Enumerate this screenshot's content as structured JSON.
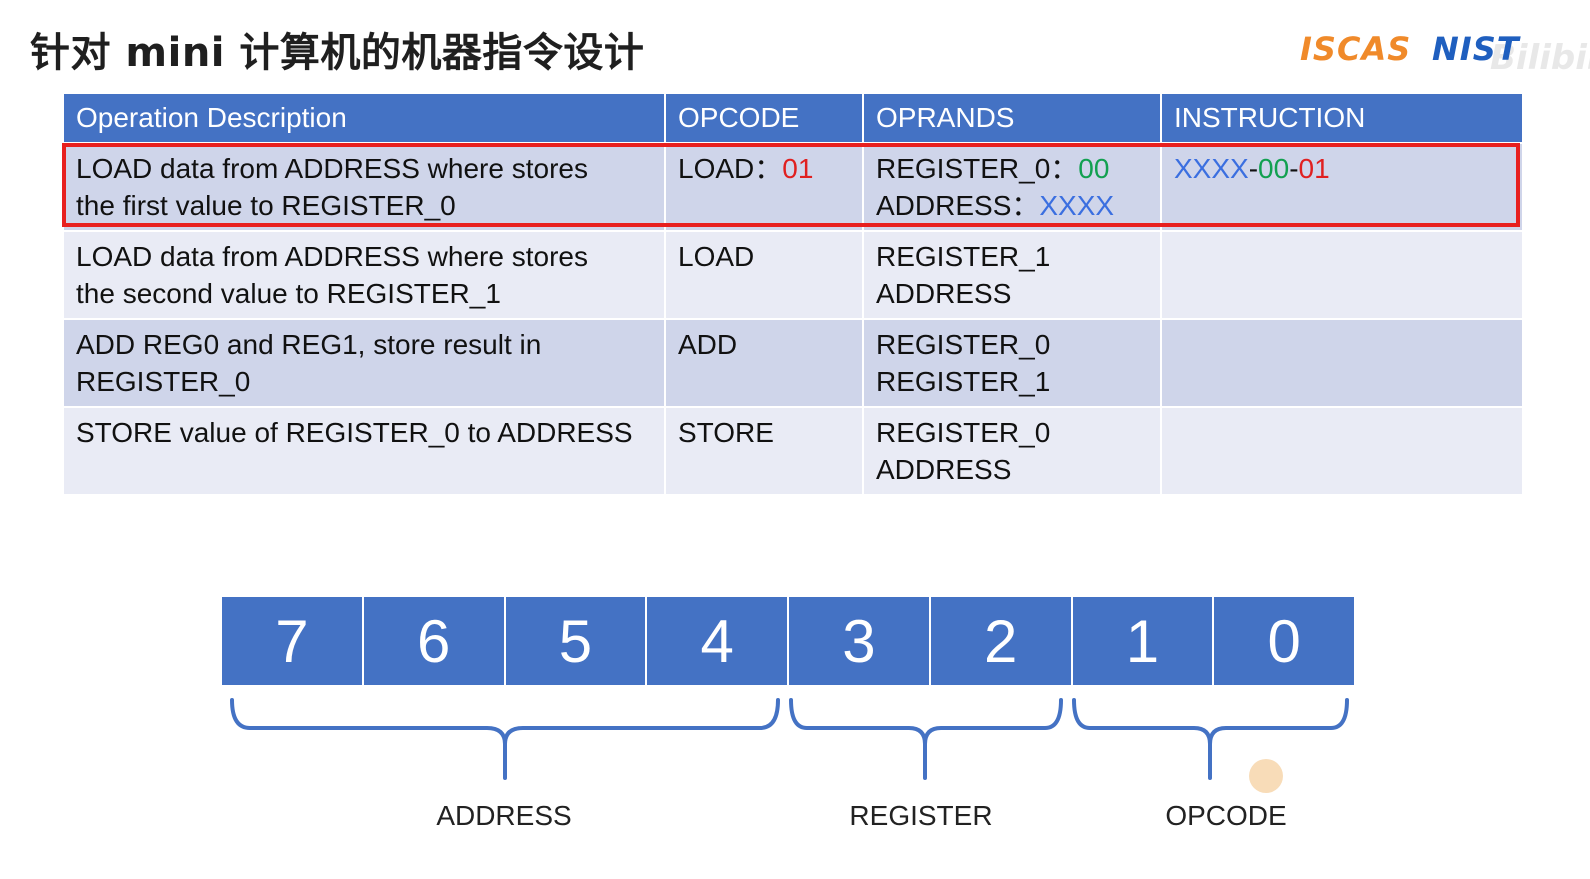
{
  "title": "针对 mini 计算机的机器指令设计",
  "logos": {
    "left": "ISCAS",
    "right": "NIST",
    "watermark": "Bilibili"
  },
  "table": {
    "headers": [
      "Operation Description",
      "OPCODE",
      "OPRANDS",
      "INSTRUCTION"
    ],
    "rows": [
      {
        "desc_line1": "LOAD data from ADDRESS where stores",
        "desc_line2": "the first value to REGISTER_0",
        "opcode_label": "LOAD：",
        "opcode_value": "01",
        "op1_label": "REGISTER_0：",
        "op1_value": "00",
        "op2_label": "ADDRESS：",
        "op2_value": "XXXX",
        "instr_addr": "XXXX",
        "instr_sep1": "-",
        "instr_reg": "00",
        "instr_sep2": "-",
        "instr_op": "01"
      },
      {
        "desc_line1": "LOAD data from ADDRESS where stores",
        "desc_line2": "the second value to REGISTER_1",
        "opcode": "LOAD",
        "op1": "REGISTER_1",
        "op2": "ADDRESS",
        "instruction": ""
      },
      {
        "desc_line1": "ADD REG0 and REG1, store result in",
        "desc_line2": "REGISTER_0",
        "opcode": "ADD",
        "op1": "REGISTER_0",
        "op2": "REGISTER_1",
        "instruction": ""
      },
      {
        "desc_line1": "STORE value of REGISTER_0 to ADDRESS",
        "desc_line2": "",
        "opcode": "STORE",
        "op1": "REGISTER_0",
        "op2": "ADDRESS",
        "instruction": ""
      }
    ]
  },
  "bits": [
    "7",
    "6",
    "5",
    "4",
    "3",
    "2",
    "1",
    "0"
  ],
  "fields": {
    "address": "ADDRESS",
    "register": "REGISTER",
    "opcode": "OPCODE"
  },
  "colors": {
    "header_blue": "#4472c4",
    "highlight_red": "#e8201f",
    "value_red": "#e02020",
    "value_green": "#12a050",
    "value_blue": "#3b6fe0"
  }
}
